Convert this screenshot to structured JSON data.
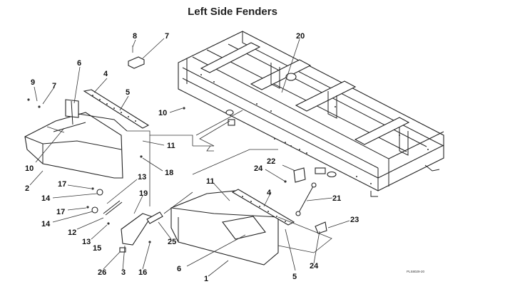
{
  "title": "Left Side Fenders",
  "figure_code": "PLS8029-20",
  "callouts": [
    {
      "label": "8"
    },
    {
      "label": "7"
    },
    {
      "label": "20"
    },
    {
      "label": "9"
    },
    {
      "label": "7"
    },
    {
      "label": "6"
    },
    {
      "label": "4"
    },
    {
      "label": "5"
    },
    {
      "label": "10"
    },
    {
      "label": "11"
    },
    {
      "label": "10"
    },
    {
      "label": "18"
    },
    {
      "label": "2"
    },
    {
      "label": "13"
    },
    {
      "label": "17"
    },
    {
      "label": "19"
    },
    {
      "label": "14"
    },
    {
      "label": "17"
    },
    {
      "label": "14"
    },
    {
      "label": "12"
    },
    {
      "label": "13"
    },
    {
      "label": "15"
    },
    {
      "label": "26"
    },
    {
      "label": "3"
    },
    {
      "label": "16"
    },
    {
      "label": "25"
    },
    {
      "label": "22"
    },
    {
      "label": "24"
    },
    {
      "label": "11"
    },
    {
      "label": "4"
    },
    {
      "label": "21"
    },
    {
      "label": "23"
    },
    {
      "label": "6"
    },
    {
      "label": "1"
    },
    {
      "label": "5"
    },
    {
      "label": "24"
    }
  ]
}
